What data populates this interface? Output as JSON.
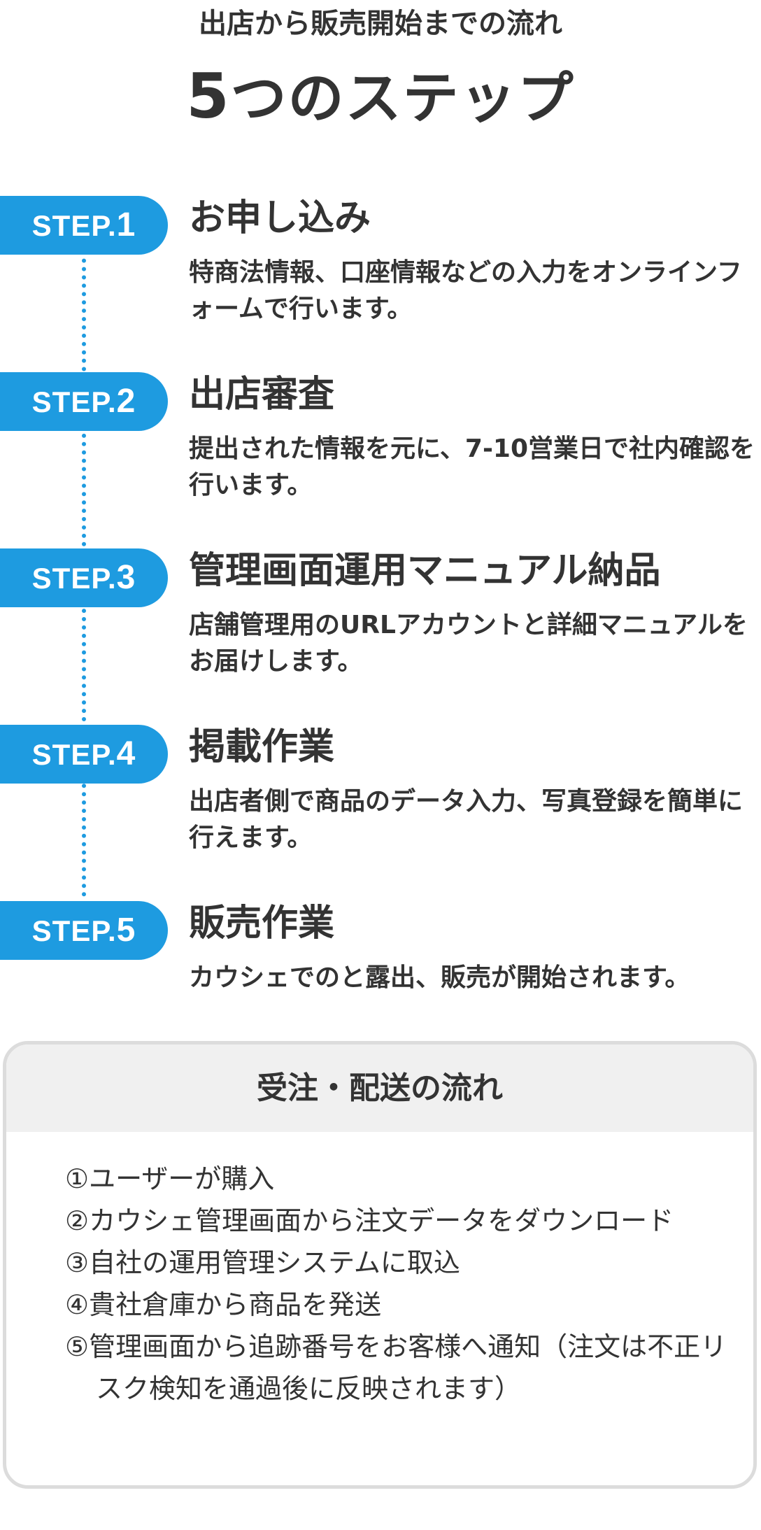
{
  "header": {
    "subtitle": "出店から販売開始までの流れ",
    "title_num": "5",
    "title_text": "つのステップ"
  },
  "steps": [
    {
      "badge_label": "STEP.",
      "badge_num": "1",
      "title": "お申し込み",
      "desc": "特商法情報、口座情報などの入力をオンラインフォームで行います。"
    },
    {
      "badge_label": "STEP.",
      "badge_num": "2",
      "title": "出店審査",
      "desc": "提出された情報を元に、7-10営業日で社内確認を行います。"
    },
    {
      "badge_label": "STEP.",
      "badge_num": "3",
      "title": "管理画面運用マニュアル納品",
      "desc": "店舗管理用のURLアカウントと詳細マニュアルをお届けします。"
    },
    {
      "badge_label": "STEP.",
      "badge_num": "4",
      "title": "掲載作業",
      "desc": "出店者側で商品のデータ入力、写真登録を簡単に行えます。"
    },
    {
      "badge_label": "STEP.",
      "badge_num": "5",
      "title": "販売作業",
      "desc": "カウシェでのと露出、販売が開始されます。"
    }
  ],
  "flow": {
    "title": "受注・配送の流れ",
    "items": [
      "①ユーザーが購入",
      "②カウシェ管理画面から注文データをダウンロード",
      "③自社の運用管理システムに取込",
      "④貴社倉庫から商品を発送",
      "⑤管理画面から追跡番号をお客様へ通知（注文は不正リスク検知を通過後に反映されます）"
    ]
  },
  "colors": {
    "accent": "#1e9be0",
    "text": "#333333",
    "box_border": "#dcdcdc",
    "box_header_bg": "#f0f0f0"
  }
}
